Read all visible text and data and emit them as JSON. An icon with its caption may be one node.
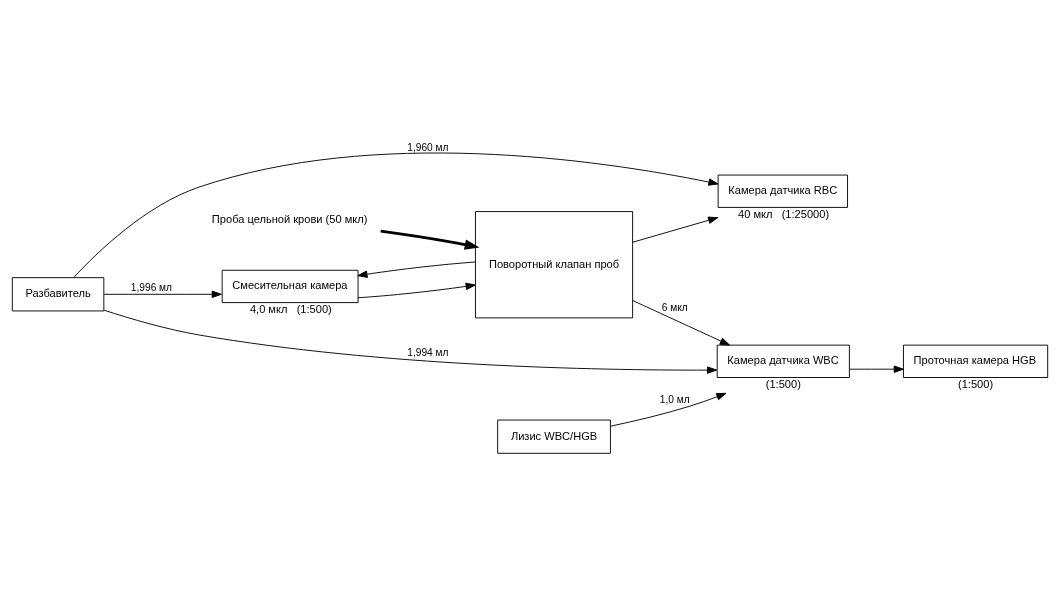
{
  "diagram": {
    "nodes": [
      {
        "text": [
          "Разбавитель"
        ]
      },
      {
        "text": [
          "Смесительная камера"
        ],
        "beside": [
          "4,0 мкл",
          "(1:500)"
        ]
      },
      {
        "text": [
          "Камера датчика RBC"
        ],
        "beside": [
          "40 мкл",
          "(1:25000)"
        ]
      },
      {
        "text": [
          "Лизис WBC/HGB"
        ]
      },
      {
        "text": [
          "Поворотный клапан проб"
        ]
      },
      {
        "text": [
          "Камера датчика WBC"
        ],
        "beside": [
          "(1:500)"
        ]
      },
      {
        "text": [
          "Проточная камера HGB"
        ],
        "beside": [
          "(1:500)"
        ]
      },
      {
        "text": [
          "Проба цельной крови (50 мкл)"
        ]
      }
    ],
    "edges": [
      {
        "from": 0,
        "to": 2,
        "arrow": "to",
        "label": "1,960 мл"
      },
      {
        "from": 0,
        "to": 1,
        "arrow": "to",
        "label": "1,996 мл"
      },
      {
        "from": 0,
        "to": 5,
        "arrow": "to",
        "label": "1,994 мл"
      },
      {
        "from": 1,
        "to": 4,
        "arrow": "to"
      },
      {
        "from": 4,
        "to": 1,
        "arrow": "to"
      },
      {
        "from": 4,
        "to": 2,
        "arrow": "to"
      },
      {
        "from": 3,
        "to": 5,
        "arrow": "to",
        "label": "1,0 мл"
      },
      {
        "from": 4,
        "to": 5,
        "arrow": "to",
        "label": "6 мкл"
      },
      {
        "from": 5,
        "to": 6,
        "arrow": "to"
      },
      {
        "from": 7,
        "to": 4,
        "arrow": "to",
        "style": "thick"
      }
    ]
  }
}
